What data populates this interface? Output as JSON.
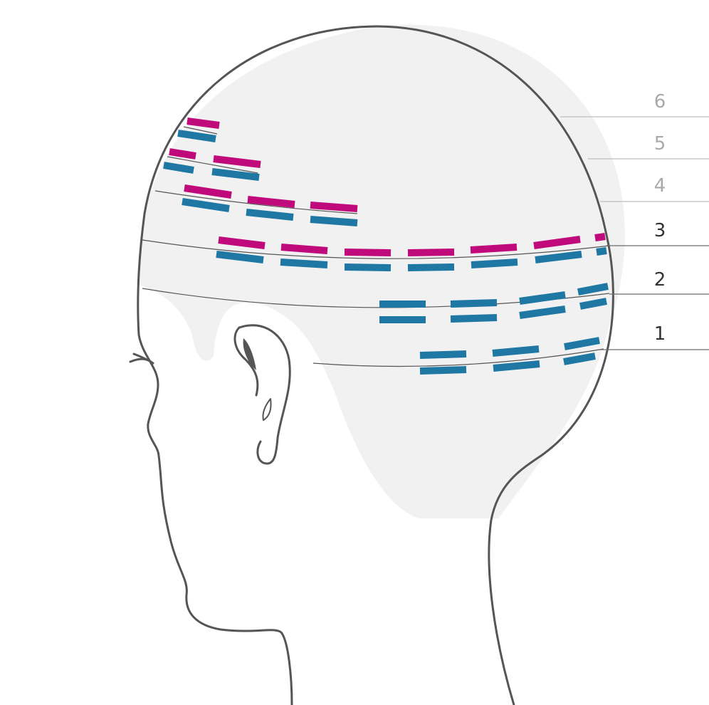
{
  "colors": {
    "magenta": "#c0097a",
    "teal": "#1f77a3",
    "outline": "#555555",
    "scalp_fill": "#f1f1f1",
    "label_active": "#333333",
    "label_inactive": "#a9a9a9",
    "leader_active": "#6d6d6d",
    "leader_inactive": "#bdbdbd"
  },
  "rows": [
    {
      "label": "6",
      "active": false
    },
    {
      "label": "5",
      "active": false
    },
    {
      "label": "4",
      "active": false
    },
    {
      "label": "3",
      "active": true
    },
    {
      "label": "2",
      "active": true
    },
    {
      "label": "1",
      "active": true
    }
  ],
  "icons": {
    "head": "head-profile-icon",
    "ear": "ear-icon",
    "eyelash": "eyelash-icon"
  }
}
